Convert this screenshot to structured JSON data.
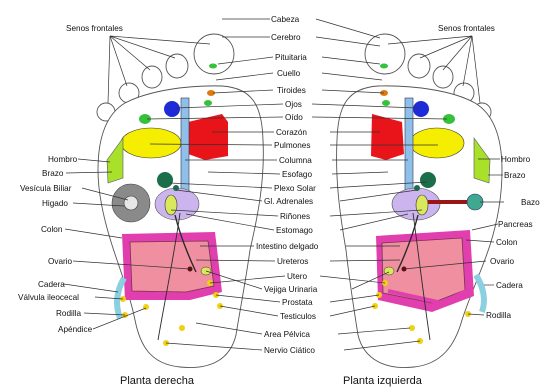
{
  "title": "",
  "feet": {
    "right_caption": "Planta derecha",
    "left_caption": "Planta izquierda"
  },
  "center_labels": {
    "cabeza": "Cabeza",
    "cerebro": "Cerebro",
    "pituitaria": "Pituitaria",
    "cuello": "Cuello",
    "tiroides": "Tiroides",
    "ojos": "Ojos",
    "oido": "Oído",
    "corazon": "Corazón",
    "pulmones": "Pulmones",
    "columna": "Columna",
    "esofago": "Esofago",
    "plexo_solar": "Plexo Solar",
    "gl_adrenales": "Gl. Adrenales",
    "rinones": "Riñones",
    "estomago": "Estomago",
    "intestino_delgado": "Intestino delgado",
    "ureteros": "Ureteros",
    "utero": "Utero",
    "vejiga_urinaria": "Vejiga Urinaria",
    "prostata": "Prostata",
    "testiculos": "Testiculos",
    "area_pelvica": "Area Pélvica",
    "nervio_ciatico": "Nervio Ciático"
  },
  "right_foot_labels": {
    "senos_frontales": "Senos frontales",
    "hombro": "Hombro",
    "brazo": "Brazo",
    "vesicula_biliar": "Vesícula Biliar",
    "higado": "Higado",
    "colon": "Colon",
    "ovario": "Ovario",
    "cadera": "Cadera",
    "valvula_ileocecal": "Válvula ileocecal",
    "rodilla": "Rodilla",
    "apendice": "Apéndice"
  },
  "left_foot_labels": {
    "senos_frontales": "Senos frontales",
    "hombro": "Hombro",
    "brazo": "Brazo",
    "bazo": "Bazo",
    "pancreas": "Pancreas",
    "colon": "Colon",
    "ovario": "Ovario",
    "cadera": "Cadera",
    "rodilla": "Rodilla"
  },
  "colors": {
    "heart": "#e8141a",
    "lungs": "#f5ee00",
    "spine": "#8fc0ea",
    "eyes": "#1e2bd6",
    "ears": "#35c23a",
    "shoulder": "#a8e02a",
    "liver": "#8a8a8a",
    "adrenal": "#1a6e4a",
    "kidney": "#ccb5ee",
    "intestine": "#ef8fa0",
    "colon_frame": "#e13fae",
    "thyroid": "#e07a10",
    "points": "#f0d010",
    "stomach": "#c8da28",
    "knee": "#8ad0e0"
  }
}
